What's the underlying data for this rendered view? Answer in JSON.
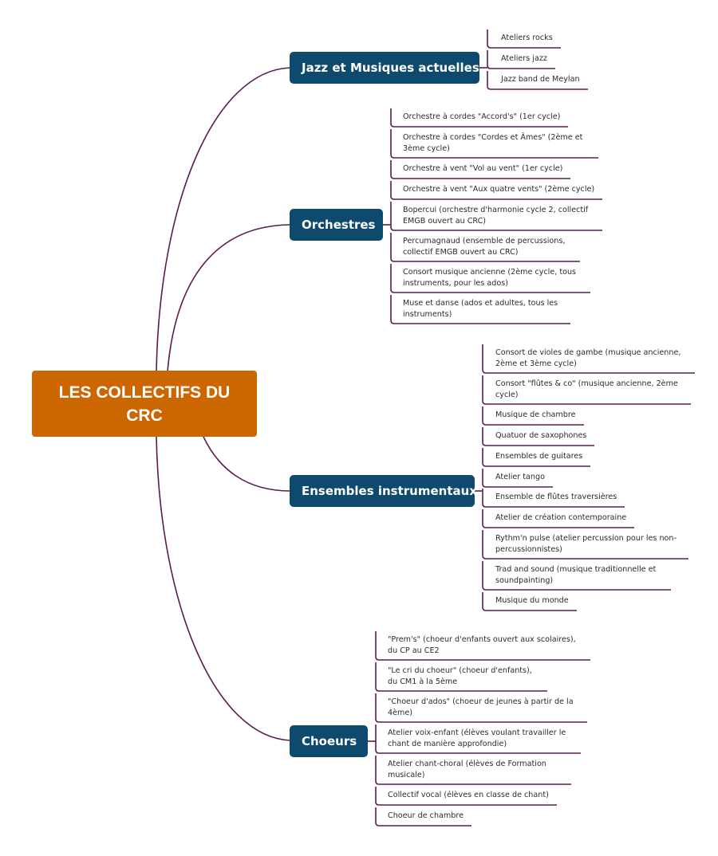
{
  "root": {
    "title": "LES COLLECTIFS DU CRC"
  },
  "colors": {
    "root": "#cc6600",
    "branch": "#0e4a6e",
    "connector": "#5c1a4f",
    "leaf_text": "#2b2b2b"
  },
  "branches": [
    {
      "key": "jazz",
      "label": "Jazz et Musiques actuelles",
      "items": [
        "Ateliers rocks",
        "Ateliers jazz",
        "Jazz band de Meylan"
      ]
    },
    {
      "key": "orchestres",
      "label": "Orchestres",
      "items": [
        "Orchestre à cordes \"Accord's\" (1er cycle)",
        "Orchestre à cordes \"Cordes et Âmes\" (2ème et 3ème cycle)",
        "Orchestre à vent \"Vol au vent\" (1er cycle)",
        "Orchestre à vent \"Aux quatre vents\" (2ème cycle)",
        "Bopercui (orchestre d'harmonie cycle 2, collectif EMGB ouvert au CRC)",
        "Percumagnaud (ensemble de percussions, collectif EMGB ouvert au CRC)",
        "Consort musique ancienne (2ème cycle, tous instruments, pour les ados)",
        "Muse et danse (ados et adultes, tous les instruments)"
      ]
    },
    {
      "key": "ensembles",
      "label": "Ensembles instrumentaux",
      "items": [
        "Consort de violes de gambe (musique ancienne, 2ème et 3ème cycle)",
        "Consort \"flûtes & co\" (musique ancienne, 2ème cycle)",
        "Musique de chambre",
        "Quatuor de saxophones",
        "Ensembles de guitares",
        "Atelier tango",
        "Ensemble de flûtes traversières",
        "Atelier de création contemporaine",
        "Rythm'n pulse (atelier percussion pour les non-percussionnistes)",
        "Trad and sound (musique traditionnelle et soundpainting)",
        "Musique du monde"
      ]
    },
    {
      "key": "choeurs",
      "label": "Choeurs",
      "items": [
        "\"Prem's\" (choeur d'enfants ouvert aux scolaires), du CP au CE2",
        "\"Le cri du choeur\" (choeur d'enfants), du CM1 à la 5ème",
        "\"Choeur d'ados\" (choeur  de jeunes à partir de la 4ème)",
        "Atelier voix-enfant (élèves voulant travailler le chant de manière approfondie)",
        "Atelier chant-choral (élèves de Formation musicale)",
        "Collectif vocal (élèves en classe de chant)",
        "Choeur de chambre"
      ]
    }
  ]
}
